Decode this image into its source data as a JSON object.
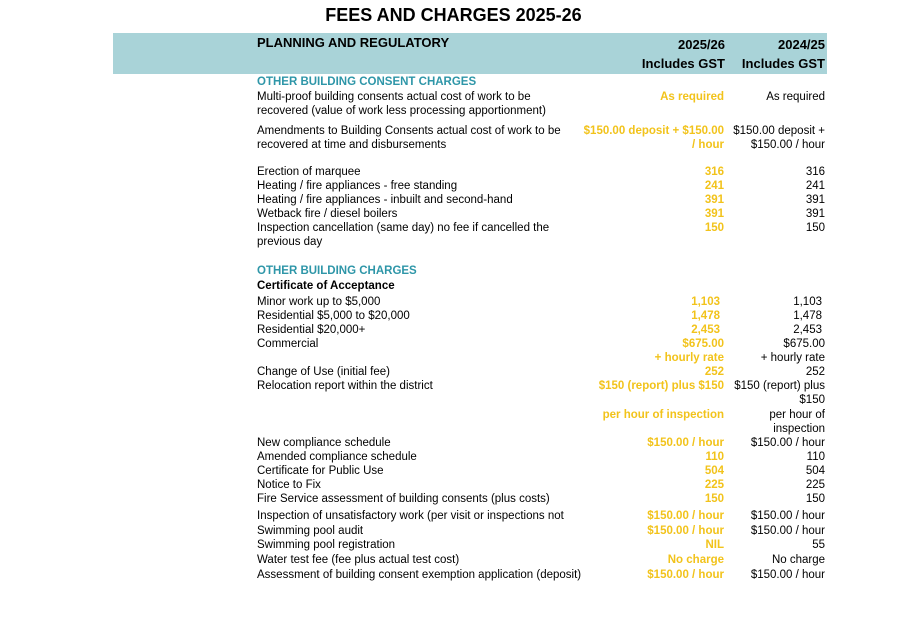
{
  "title": "FEES AND CHARGES 2025-26",
  "header": {
    "section": "PLANNING AND REGULATORY",
    "col1_line1": "2025/26",
    "col1_line2": "Includes GST",
    "col2_line1": "2024/25",
    "col2_line2": "Includes GST"
  },
  "subheads": {
    "other_consent": "OTHER BUILDING CONSENT CHARGES",
    "other_building": "OTHER BUILDING CHARGES",
    "certificate": "Certificate of Acceptance"
  },
  "colors": {
    "header_band": "#a9d3d8",
    "subhead": "#2e96a8",
    "current_fee": "#f2c31b"
  },
  "rows": [
    {
      "desc": "Multi-proof building consents actual cost of work to be recovered (value of work less processing apportionment)",
      "v1": "As required",
      "v2": "As required"
    },
    {
      "desc": "Amendments to Building Consents actual cost of work to be recovered at time and disbursements",
      "v1": "$150.00 deposit + $150.00 / hour",
      "v2": "$150.00 deposit + $150.00 / hour"
    },
    {
      "desc": "Erection of marquee",
      "v1": "316",
      "v2": "316"
    },
    {
      "desc": "Heating / fire appliances - free standing",
      "v1": "241",
      "v2": "241"
    },
    {
      "desc": "Heating / fire appliances - inbuilt and second-hand",
      "v1": "391",
      "v2": "391"
    },
    {
      "desc": "Wetback fire / diesel boilers",
      "v1": "391",
      "v2": "391"
    },
    {
      "desc": "Inspection cancellation (same day) no fee if cancelled the previous day",
      "v1": "150",
      "v2": "150"
    },
    {
      "desc": "Minor work up to $5,000",
      "v1": "1,103",
      "v2": "1,103"
    },
    {
      "desc": "Residential $5,000 to $20,000",
      "v1": "1,478",
      "v2": "1,478"
    },
    {
      "desc": "Residential $20,000+",
      "v1": "2,453",
      "v2": "2,453"
    },
    {
      "desc": "Commercial",
      "v1": "$675.00",
      "v2": "$675.00"
    },
    {
      "desc": "",
      "v1": "+ hourly rate",
      "v2": "+ hourly rate"
    },
    {
      "desc": "Change of Use (initial fee)",
      "v1": "252",
      "v2": "252"
    },
    {
      "desc": "Relocation report within the district",
      "v1": "$150 (report) plus $150",
      "v2": "$150 (report) plus $150"
    },
    {
      "desc": "",
      "v1": "per hour of inspection",
      "v2": "per hour of inspection"
    },
    {
      "desc": "New compliance schedule",
      "v1": "$150.00 / hour",
      "v2": "$150.00 / hour"
    },
    {
      "desc": "Amended compliance schedule",
      "v1": "110",
      "v2": "110"
    },
    {
      "desc": "Certificate for Public Use",
      "v1": "504",
      "v2": "504"
    },
    {
      "desc": "Notice to Fix",
      "v1": "225",
      "v2": "225"
    },
    {
      "desc": "Fire Service assessment of building consents (plus costs)",
      "v1": "150",
      "v2": "150"
    },
    {
      "desc": "Inspection of unsatisfactory work (per visit or inspections not",
      "v1": "$150.00 / hour",
      "v2": "$150.00 / hour"
    },
    {
      "desc": "Swimming pool audit",
      "v1": "$150.00 / hour",
      "v2": "$150.00 / hour"
    },
    {
      "desc": "Swimming pool registration",
      "v1": "NIL",
      "v2": "55"
    },
    {
      "desc": "Water test fee (fee plus actual test cost)",
      "v1": "No charge",
      "v2": "No charge"
    },
    {
      "desc": "Assessment of building consent exemption application (deposit)",
      "v1": "$150.00 / hour",
      "v2": "$150.00 / hour"
    }
  ]
}
